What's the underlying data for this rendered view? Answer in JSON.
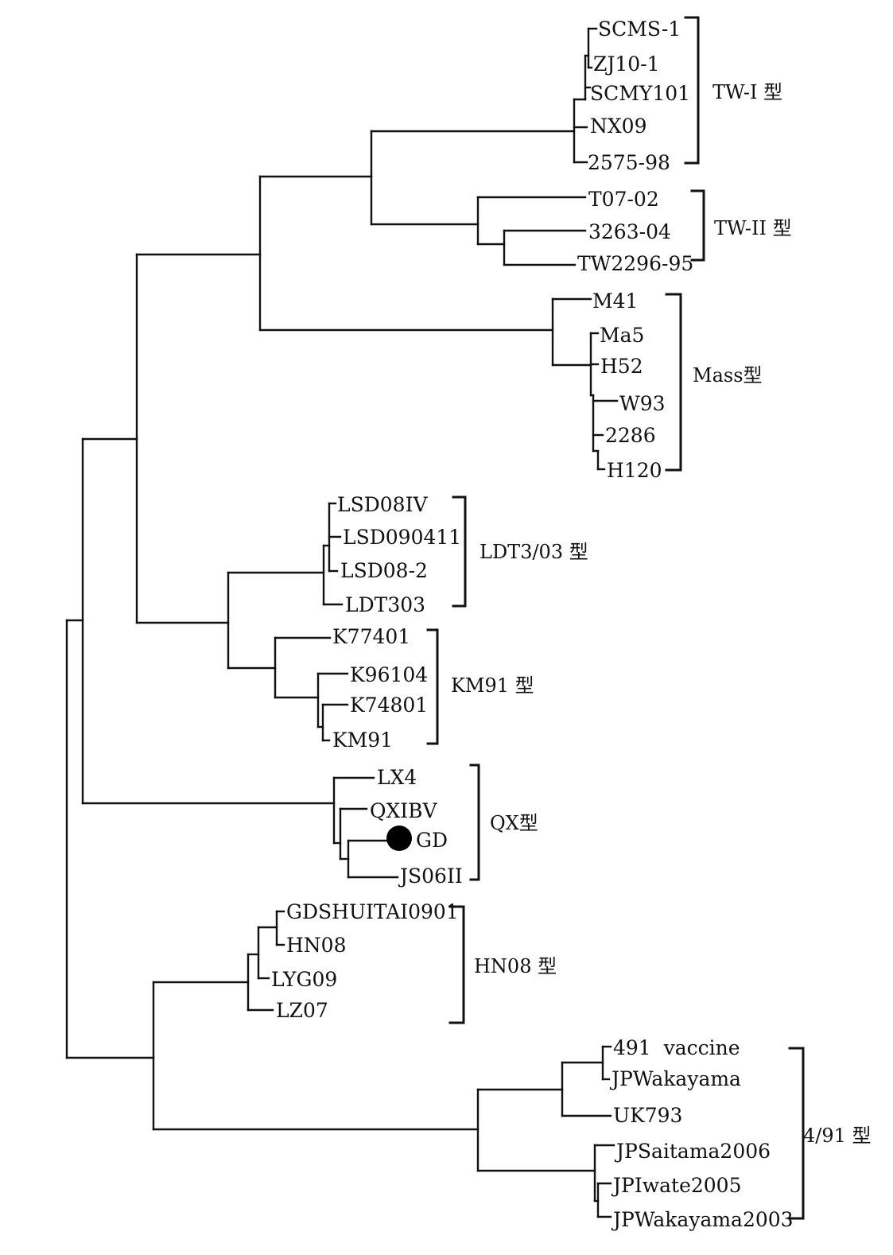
{
  "tree": {
    "leaves": [
      {
        "id": "l01",
        "label": "SCMS-1"
      },
      {
        "id": "l02",
        "label": "ZJ10-1"
      },
      {
        "id": "l03",
        "label": "SCMY101"
      },
      {
        "id": "l04",
        "label": "NX09"
      },
      {
        "id": "l05",
        "label": "2575-98"
      },
      {
        "id": "l06",
        "label": "T07-02"
      },
      {
        "id": "l07",
        "label": "3263-04"
      },
      {
        "id": "l08",
        "label": "TW2296-95"
      },
      {
        "id": "l09",
        "label": "M41"
      },
      {
        "id": "l10",
        "label": "Ma5"
      },
      {
        "id": "l11",
        "label": "H52"
      },
      {
        "id": "l12",
        "label": "W93"
      },
      {
        "id": "l13",
        "label": "2286"
      },
      {
        "id": "l14",
        "label": "H120"
      },
      {
        "id": "l15",
        "label": "LSD08IV"
      },
      {
        "id": "l16",
        "label": "LSD090411"
      },
      {
        "id": "l17",
        "label": "LSD08-2"
      },
      {
        "id": "l18",
        "label": "LDT303"
      },
      {
        "id": "l19",
        "label": "K77401"
      },
      {
        "id": "l20",
        "label": "K96104"
      },
      {
        "id": "l21",
        "label": "K74801"
      },
      {
        "id": "l22",
        "label": "KM91"
      },
      {
        "id": "l23",
        "label": "LX4"
      },
      {
        "id": "l24",
        "label": "QXIBV"
      },
      {
        "id": "l25",
        "label": "GD",
        "marker": "filled-circle"
      },
      {
        "id": "l26",
        "label": "JS06II"
      },
      {
        "id": "l27",
        "label": "GDSHUITAI0901"
      },
      {
        "id": "l28",
        "label": "HN08"
      },
      {
        "id": "l29",
        "label": "LYG09"
      },
      {
        "id": "l30",
        "label": "LZ07"
      },
      {
        "id": "l31",
        "label": "491  vaccine"
      },
      {
        "id": "l32",
        "label": "JPWakayama"
      },
      {
        "id": "l33",
        "label": "UK793"
      },
      {
        "id": "l34",
        "label": "JPSaitama2006"
      },
      {
        "id": "l35",
        "label": "JPIwate2005"
      },
      {
        "id": "l36",
        "label": "JPWakayama2003"
      }
    ],
    "groups": [
      {
        "id": "g1",
        "label": "TW-I 型"
      },
      {
        "id": "g2",
        "label": "TW-II 型"
      },
      {
        "id": "g3",
        "label": "Mass型"
      },
      {
        "id": "g4",
        "label": "LDT3/03 型"
      },
      {
        "id": "g5",
        "label": "KM91 型"
      },
      {
        "id": "g6",
        "label": "QX型"
      },
      {
        "id": "g7",
        "label": "HN08 型"
      },
      {
        "id": "g8",
        "label": "4/91 型"
      }
    ],
    "highlight_marker": "filled-circle",
    "line_color": "#111111"
  }
}
